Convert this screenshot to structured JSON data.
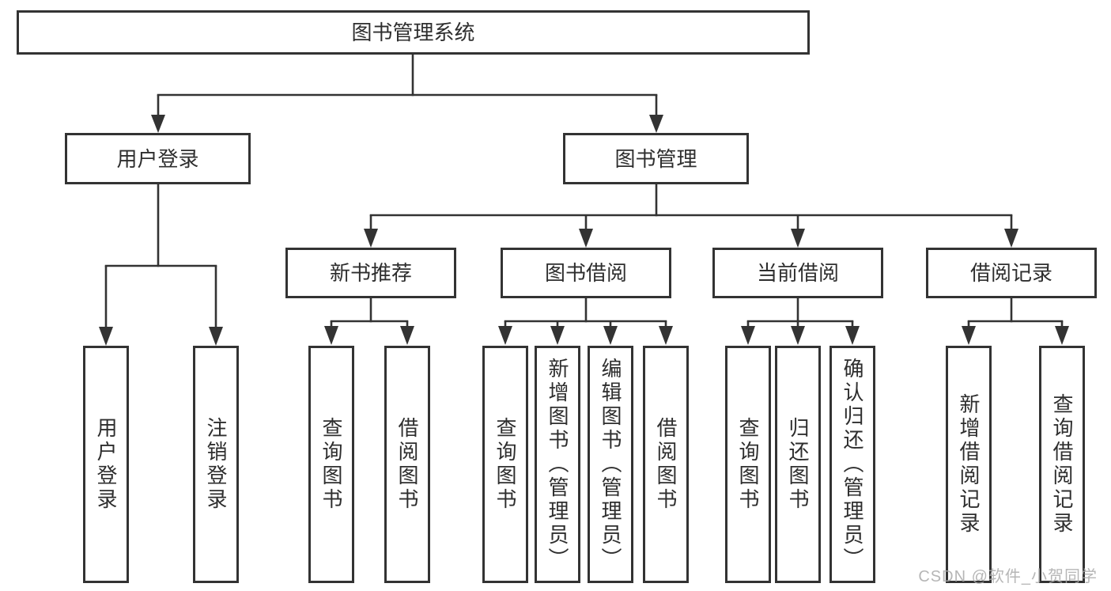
{
  "diagram": {
    "tree": {
      "label": "图书管理系统",
      "children": [
        {
          "label": "用户登录",
          "children": [
            {
              "label": "用户登录"
            },
            {
              "label": "注销登录"
            }
          ]
        },
        {
          "label": "图书管理",
          "children": [
            {
              "label": "新书推荐",
              "children": [
                {
                  "label": "查询图书"
                },
                {
                  "label": "借阅图书"
                }
              ]
            },
            {
              "label": "图书借阅",
              "children": [
                {
                  "label": "查询图书"
                },
                {
                  "label": "新增图书（管理员）"
                },
                {
                  "label": "编辑图书（管理员）"
                },
                {
                  "label": "借阅图书"
                }
              ]
            },
            {
              "label": "当前借阅",
              "children": [
                {
                  "label": "查询图书"
                },
                {
                  "label": "归还图书"
                },
                {
                  "label": "确认归还（管理员）"
                }
              ]
            },
            {
              "label": "借阅记录",
              "children": [
                {
                  "label": "新增借阅记录"
                },
                {
                  "label": "查询借阅记录"
                }
              ]
            }
          ]
        }
      ]
    }
  },
  "watermark": {
    "text": "CSDN @软件_小贺同学"
  },
  "colors": {
    "line": "#333333",
    "text": "#2e2e2e",
    "background": "#ffffff",
    "watermark": "#aaaaaa"
  }
}
